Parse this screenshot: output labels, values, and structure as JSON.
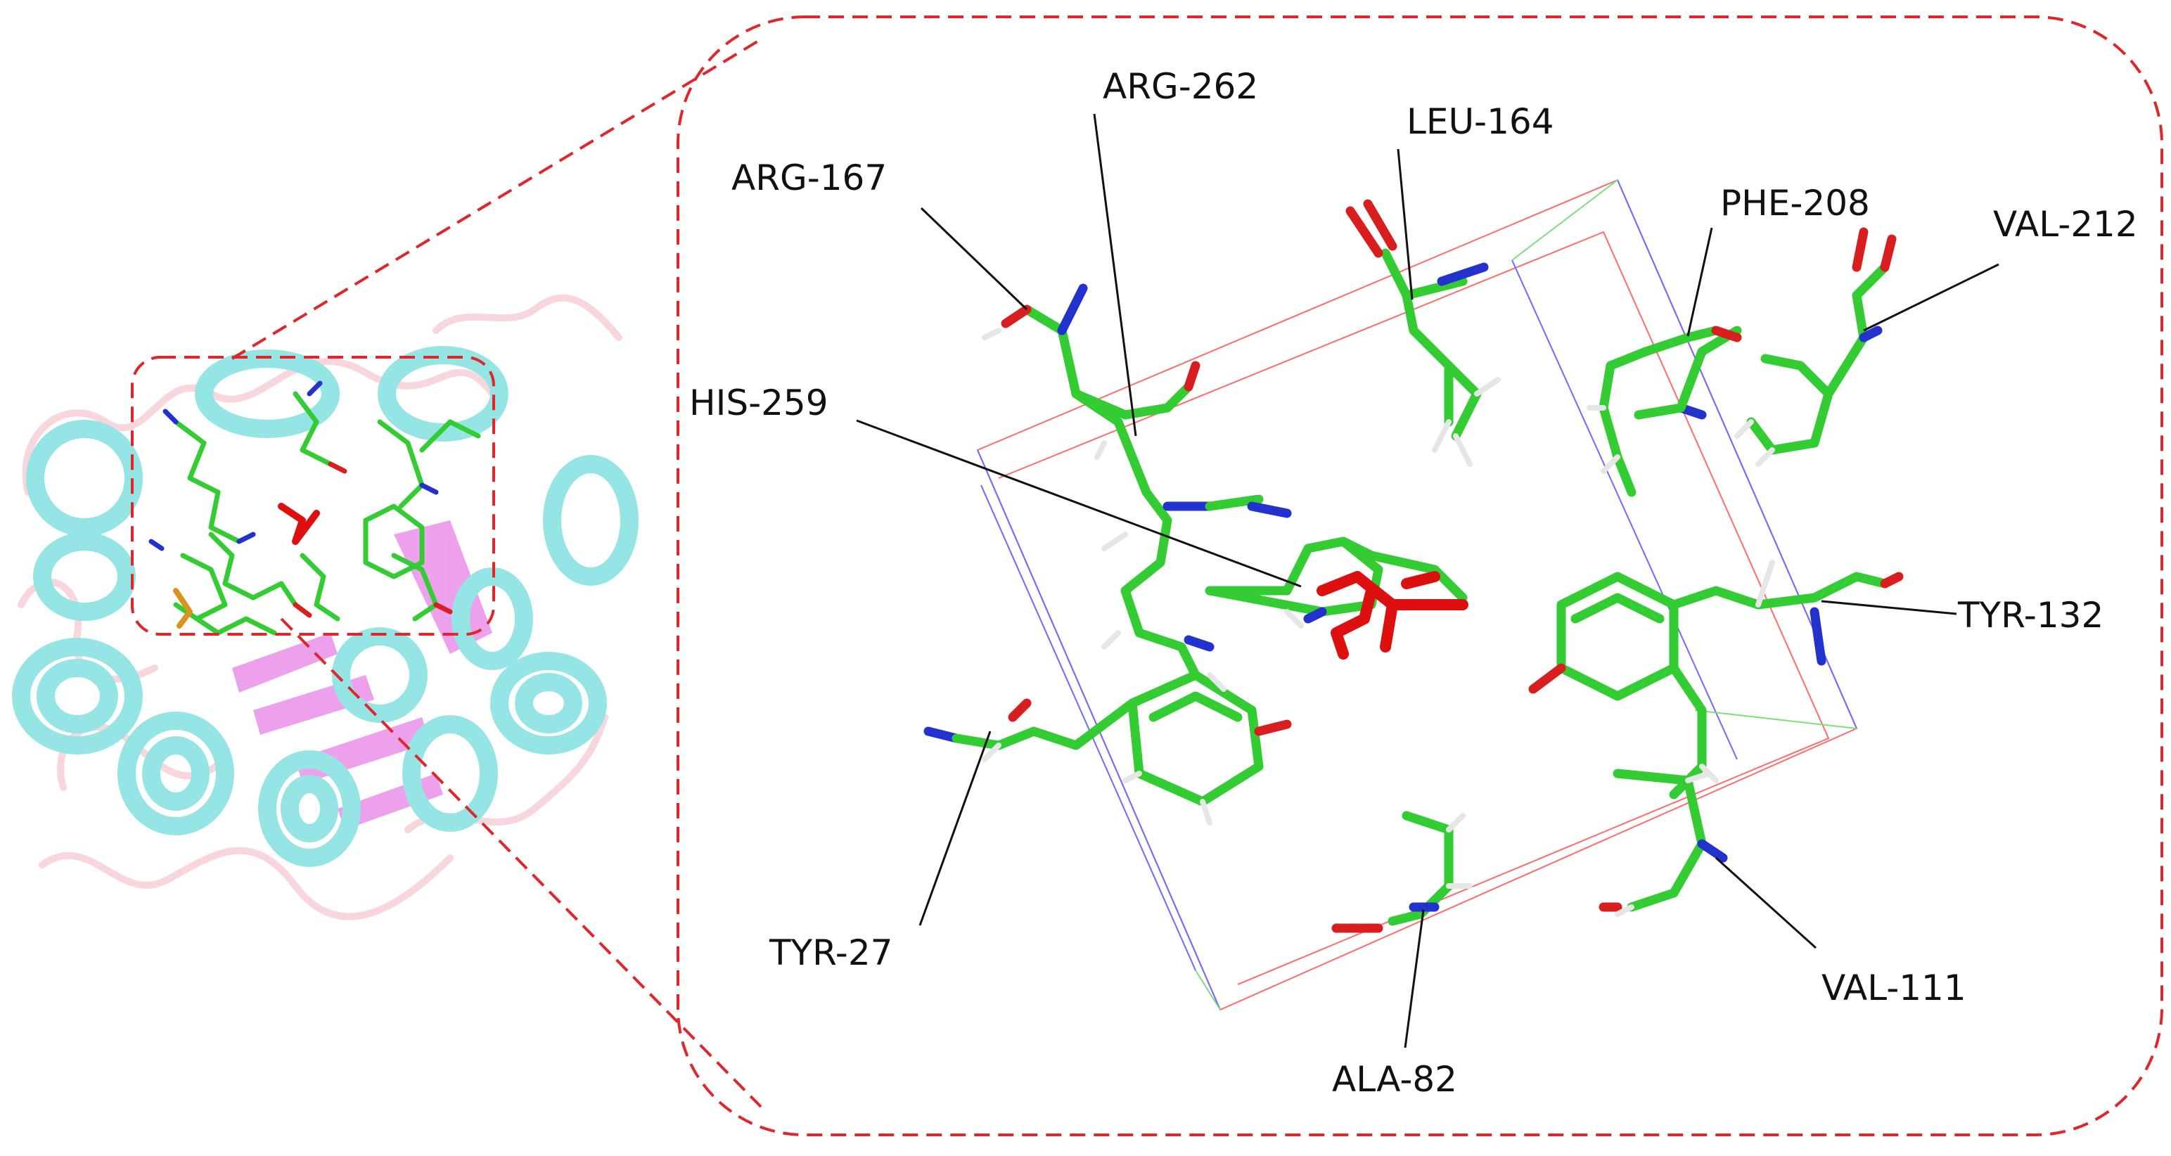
{
  "colors": {
    "carbon": "#33cc33",
    "nitrogen": "#2232cc",
    "oxygen": "#d81e1e",
    "hydrogen": "#e6e6e6",
    "ligand": "#dd0f0f",
    "helix": "#3fd0d0",
    "sheet": "#e055e0",
    "loop": "#f2b5c0",
    "callout": "#e0262a"
  },
  "icons": [
    "protein-cartoon",
    "binding-pocket-sticks",
    "ligand-sticks",
    "zoom-callout"
  ],
  "residues": {
    "arg262": "ARG-262",
    "leu164": "LEU-164",
    "arg167": "ARG-167",
    "phe208": "PHE-208",
    "val212": "VAL-212",
    "his259": "HIS-259",
    "tyr132": "TYR-132",
    "tyr27": "TYR-27",
    "val111": "VAL-111",
    "ala82": "ALA-82"
  }
}
